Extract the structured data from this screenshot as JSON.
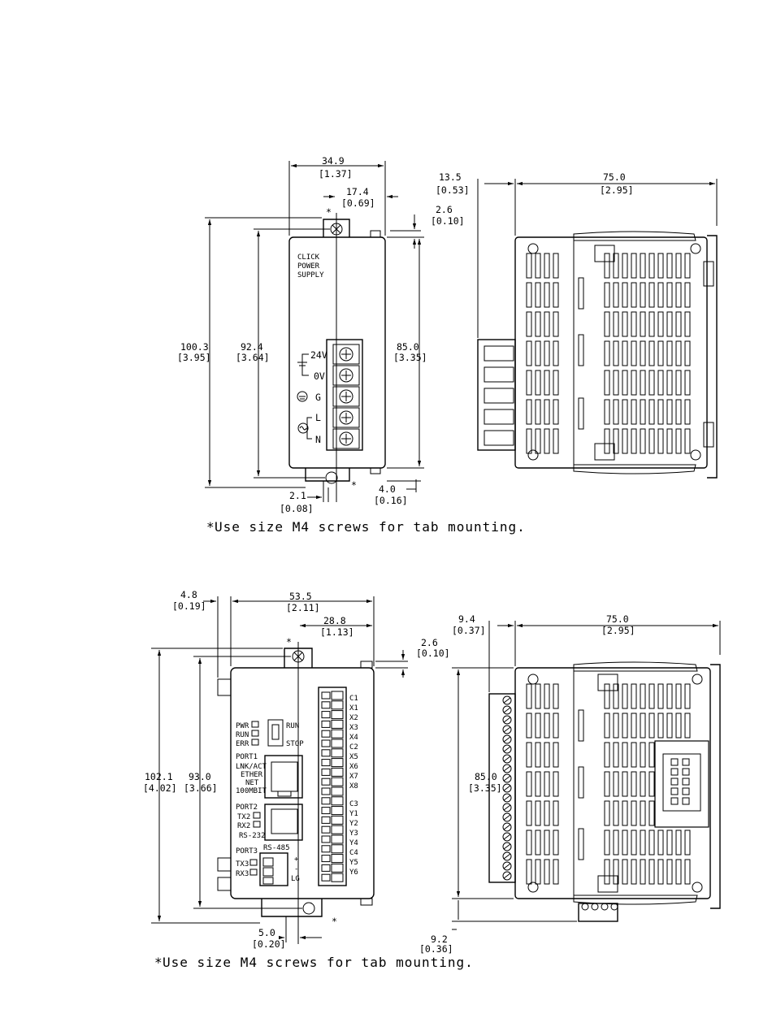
{
  "top": {
    "front": {
      "dims": {
        "w": {
          "mm": "34.9",
          "in": "[1.37]"
        },
        "hole_offset": {
          "mm": "17.4",
          "in": "[0.69]"
        },
        "tab_offset": {
          "mm": "2.6",
          "in": "[0.10]"
        },
        "overall_h": {
          "mm": "100.3",
          "in": "[3.95]"
        },
        "mount_h": {
          "mm": "92.4",
          "in": "[3.64]"
        },
        "body_h": {
          "mm": "85.0",
          "in": "[3.35]"
        },
        "bottom_tab": {
          "mm": "2.1",
          "in": "[0.08]"
        },
        "bottom_offset": {
          "mm": "4.0",
          "in": "[0.16]"
        }
      },
      "label": [
        "CLICK",
        "POWER",
        "SUPPLY"
      ],
      "terminals": [
        "24V",
        "0V",
        "G",
        "L",
        "N"
      ]
    },
    "side": {
      "dims": {
        "depth": {
          "mm": "75.0",
          "in": "[2.95]"
        },
        "term_depth": {
          "mm": "13.5",
          "in": "[0.53]"
        }
      }
    },
    "star": "*",
    "note": "Use size M4 screws for tab mounting."
  },
  "bottom": {
    "front": {
      "dims": {
        "w": {
          "mm": "53.5",
          "in": "[2.11]"
        },
        "left_offset": {
          "mm": "4.8",
          "in": "[0.19]"
        },
        "hole_offset": {
          "mm": "28.8",
          "in": "[1.13]"
        },
        "tab_offset": {
          "mm": "2.6",
          "in": "[0.10]"
        },
        "overall_h": {
          "mm": "102.1",
          "in": "[4.02]"
        },
        "mount_h": {
          "mm": "93.0",
          "in": "[3.66]"
        },
        "bottom_offset": {
          "mm": "5.0",
          "in": "[0.20]"
        }
      },
      "leds_left": [
        "PWR",
        "RUN",
        "ERR"
      ],
      "switch": [
        "RUN",
        "STOP"
      ],
      "port1": [
        "PORT1",
        "LNK/ACT",
        "ETHER",
        "NET",
        "100MBIT"
      ],
      "port2": [
        "PORT2",
        "TX2",
        "RX2",
        "RS-232"
      ],
      "port3": [
        "PORT3",
        "RS-485",
        "TX3",
        "RX3",
        "LG",
        "+",
        "-"
      ],
      "io": [
        "C1",
        "X1",
        "X2",
        "X3",
        "X4",
        "C2",
        "X5",
        "X6",
        "X7",
        "X8",
        "C3",
        "Y1",
        "Y2",
        "Y3",
        "Y4",
        "C4",
        "Y5",
        "Y6"
      ]
    },
    "side": {
      "dims": {
        "depth": {
          "mm": "75.0",
          "in": "[2.95]"
        },
        "term_depth": {
          "mm": "9.4",
          "in": "[0.37]"
        },
        "body_h": {
          "mm": "85.0",
          "in": "[3.35]"
        },
        "conn_depth": {
          "mm": "9.2",
          "in": "[0.36]"
        }
      }
    },
    "star": "*",
    "note": "Use size M4 screws for tab mounting."
  }
}
